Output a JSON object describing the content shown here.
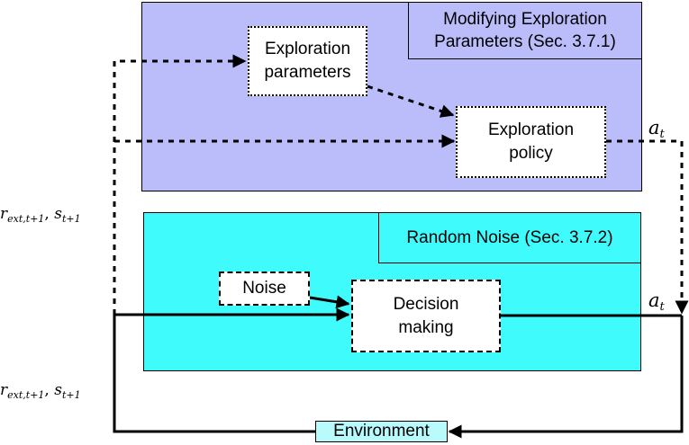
{
  "sections": {
    "modifying_title_line1": "Modifying Exploration",
    "modifying_title_line2": "Parameters (Sec. 3.7.1)",
    "noise_title": "Random Noise (Sec. 3.7.2)"
  },
  "nodes": {
    "exploration_parameters_line1": "Exploration",
    "exploration_parameters_line2": "parameters",
    "exploration_policy_line1": "Exploration",
    "exploration_policy_line2": "policy",
    "decision_line1": "Decision",
    "decision_line2": "making",
    "noise": "Noise",
    "environment": "Environment"
  },
  "labels": {
    "feedback_r": "r",
    "feedback_r_sub": "ext,t+1",
    "feedback_sep": ", ",
    "feedback_s": "s",
    "feedback_s_sub": "t+1",
    "action": "a",
    "action_sub": "t"
  },
  "colors": {
    "modifying_panel": "#bbbcfa",
    "noise_panel": "#40fbfc",
    "environment_box": "#b9fafd"
  }
}
